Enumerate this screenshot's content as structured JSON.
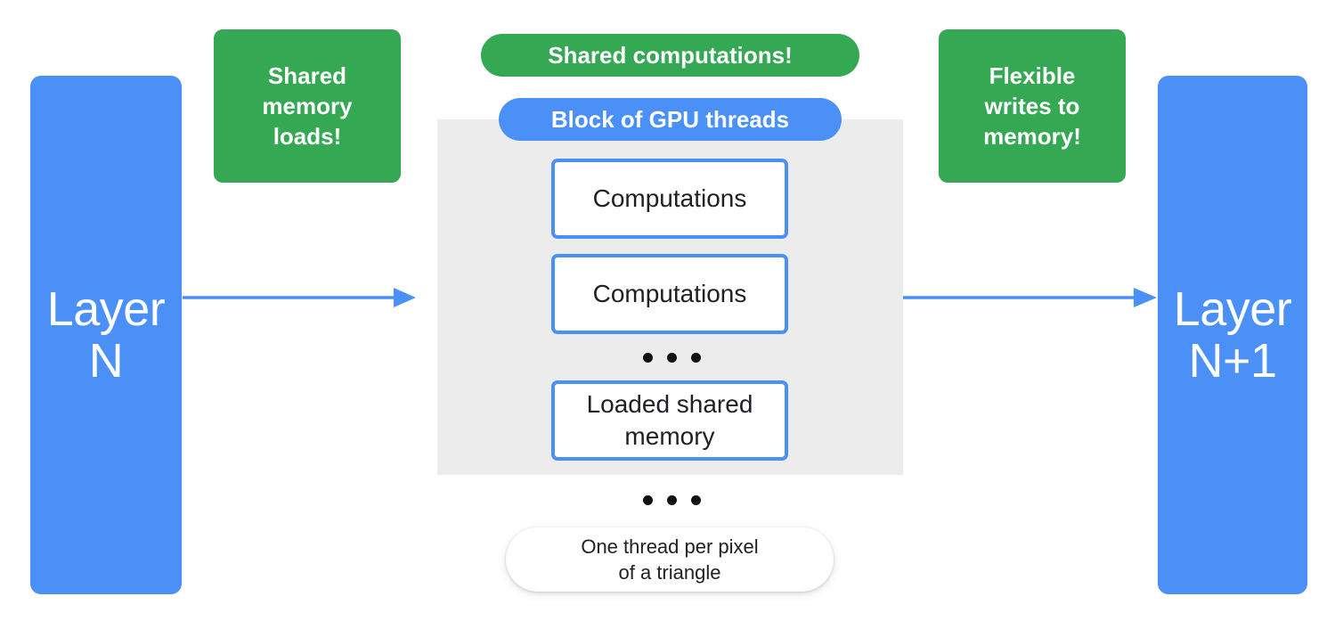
{
  "colors": {
    "blue": "#4a90f7",
    "green": "#34a853",
    "gray_block": "#ececec",
    "white": "#ffffff",
    "text_dark": "#202124",
    "dot_black": "#111111"
  },
  "layers": {
    "input": {
      "line1": "Layer",
      "line2": "N"
    },
    "output": {
      "line1": "Layer",
      "line2": "N+1"
    }
  },
  "callouts": {
    "left": {
      "line1": "Shared",
      "line2": "memory",
      "line3": "loads!"
    },
    "right": {
      "line1": "Flexible",
      "line2": "writes to",
      "line3": "memory!"
    }
  },
  "pills": {
    "shared_computations": "Shared computations!",
    "block_of_gpu_threads": "Block of GPU threads",
    "one_thread": {
      "line1": "One thread per pixel",
      "line2": "of a triangle"
    }
  },
  "gpu_block": {
    "threads": [
      {
        "label": "Computations"
      },
      {
        "label": "Computations"
      },
      {
        "label_line1": "Loaded shared",
        "label_line2": "memory"
      }
    ],
    "ellipsis_inner_dots": 3,
    "ellipsis_outer_dots": 3
  },
  "arrows": {
    "input_to_block": {
      "direction": "right",
      "length": 262
    },
    "block_to_output": {
      "direction": "right",
      "length": 284
    }
  }
}
